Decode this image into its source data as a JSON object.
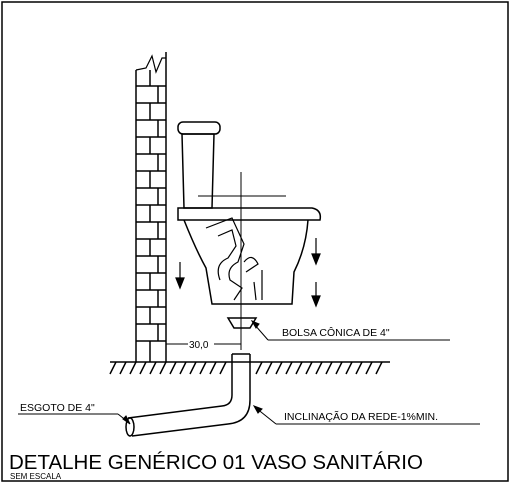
{
  "drawing": {
    "title": "DETALHE GENÉRICO 01 VASO SANITÁRIO",
    "subtitle": "SEM ESCALA",
    "labels": {
      "bolsa": "BOLSA CÔNICA DE 4\"",
      "esgoto": "ESGOTO DE 4\"",
      "inclinacao": "INCLINAÇÃO DA REDE-1%MIN."
    },
    "dimension": "30,0"
  },
  "colors": {
    "line": "#000000",
    "background": "#ffffff"
  }
}
